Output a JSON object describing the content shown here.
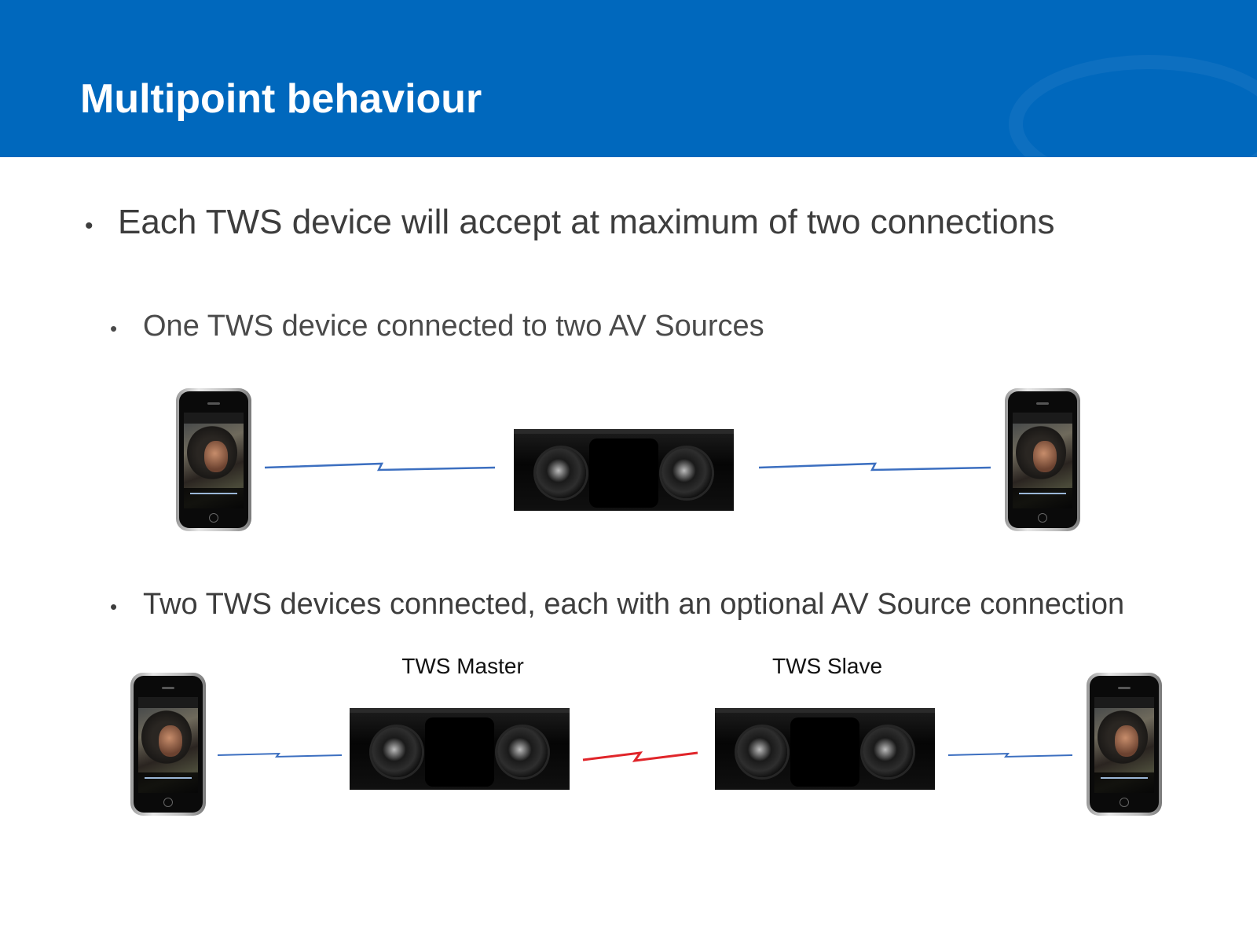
{
  "slide": {
    "title": "Multipoint behaviour",
    "bullets": [
      "Each TWS device will accept at maximum of two connections",
      "One TWS device connected to two AV Sources",
      "Two TWS devices connected, each with an optional AV Source connection"
    ],
    "bullet_glyph": "•",
    "labels": {
      "master": "TWS Master",
      "slave": "TWS Slave"
    }
  },
  "colors": {
    "header": "#0068bd",
    "link": "#3c6fc0",
    "tws_link": "#e0252a"
  },
  "icons": [
    "phone-icon",
    "speaker-icon",
    "wireless-link-icon"
  ]
}
